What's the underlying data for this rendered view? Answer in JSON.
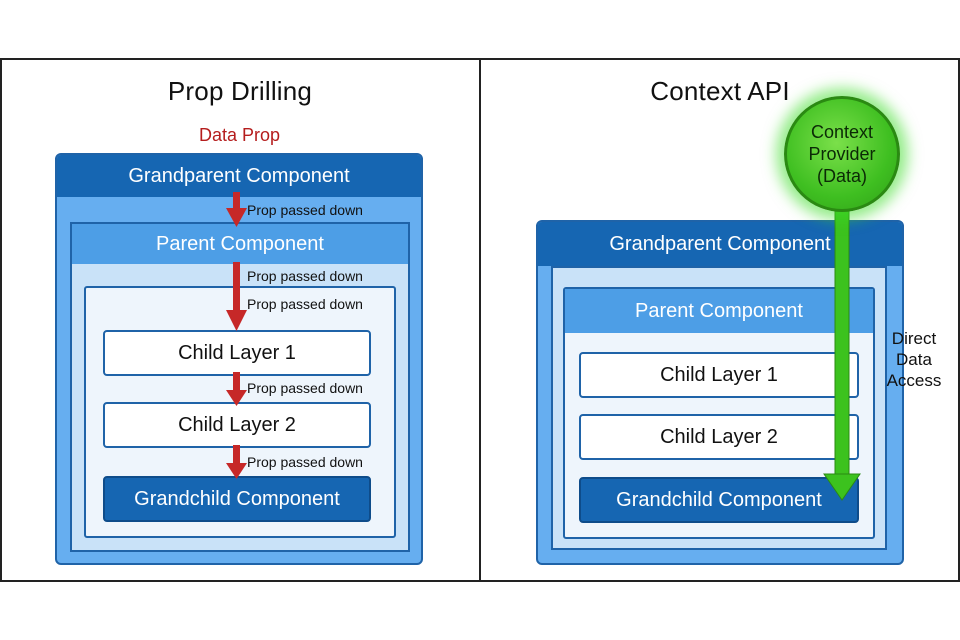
{
  "left": {
    "title": "Prop Drilling",
    "data_prop": "Data Prop",
    "grandparent": "Grandparent Component",
    "parent": "Parent Component",
    "child1": "Child Layer 1",
    "child2": "Child Layer 2",
    "grandchild": "Grandchild Component",
    "arrow_labels": [
      "Prop passed down",
      "Prop passed down",
      "Prop passed down",
      "Prop passed down",
      "Prop passed down"
    ]
  },
  "right": {
    "title": "Context API",
    "provider_lines": [
      "Context",
      "Provider",
      "(Data)"
    ],
    "grandparent": "Grandparent Component",
    "parent": "Parent Component",
    "child1": "Child Layer 1",
    "child2": "Child Layer 2",
    "grandchild": "Grandchild Component",
    "access_lines": [
      "Direct",
      "Data",
      "Access"
    ]
  },
  "colors": {
    "prop_arrow": "#c62828",
    "context_arrow": "#3cc21e",
    "dark_blue": "#1666b2"
  }
}
